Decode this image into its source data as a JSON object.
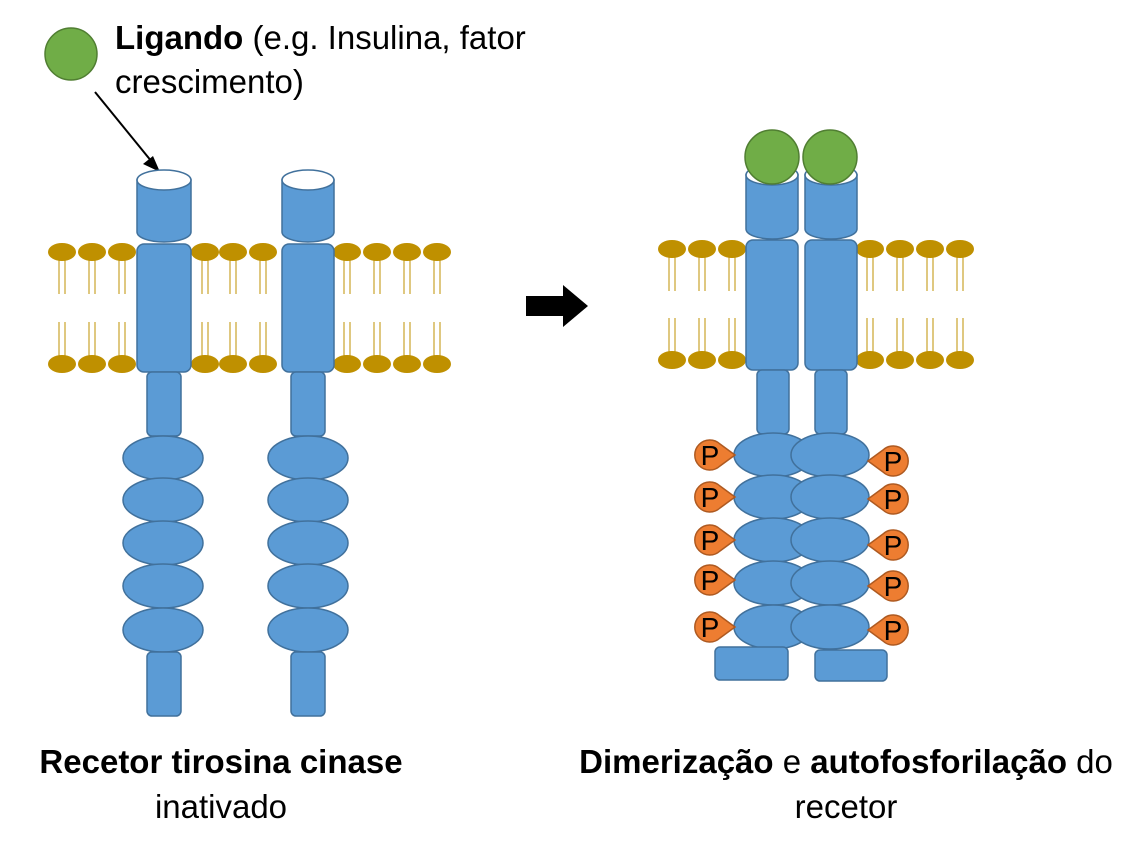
{
  "ligand_label": {
    "bold": "Ligando",
    "rest_line1": " (e.g. Insulina, fator",
    "line2": "crescimento)"
  },
  "left_caption": {
    "line1": "Recetor tirosina cinase",
    "line2": "inativado"
  },
  "right_caption": {
    "part1_bold": "Dimerização",
    "part2": " e ",
    "part3_bold": "autofosforilação",
    "part4": " do",
    "line2": "recetor"
  },
  "phosphate_symbol": "P",
  "colors": {
    "receptor_fill": "#5b9bd5",
    "receptor_stroke": "#41719c",
    "ligand_fill": "#70ad47",
    "ligand_stroke": "#507e32",
    "lipid_head": "#bf9000",
    "phosphate_fill": "#ed7d31",
    "phosphate_stroke": "#ae5a21",
    "arrow": "#000000"
  }
}
